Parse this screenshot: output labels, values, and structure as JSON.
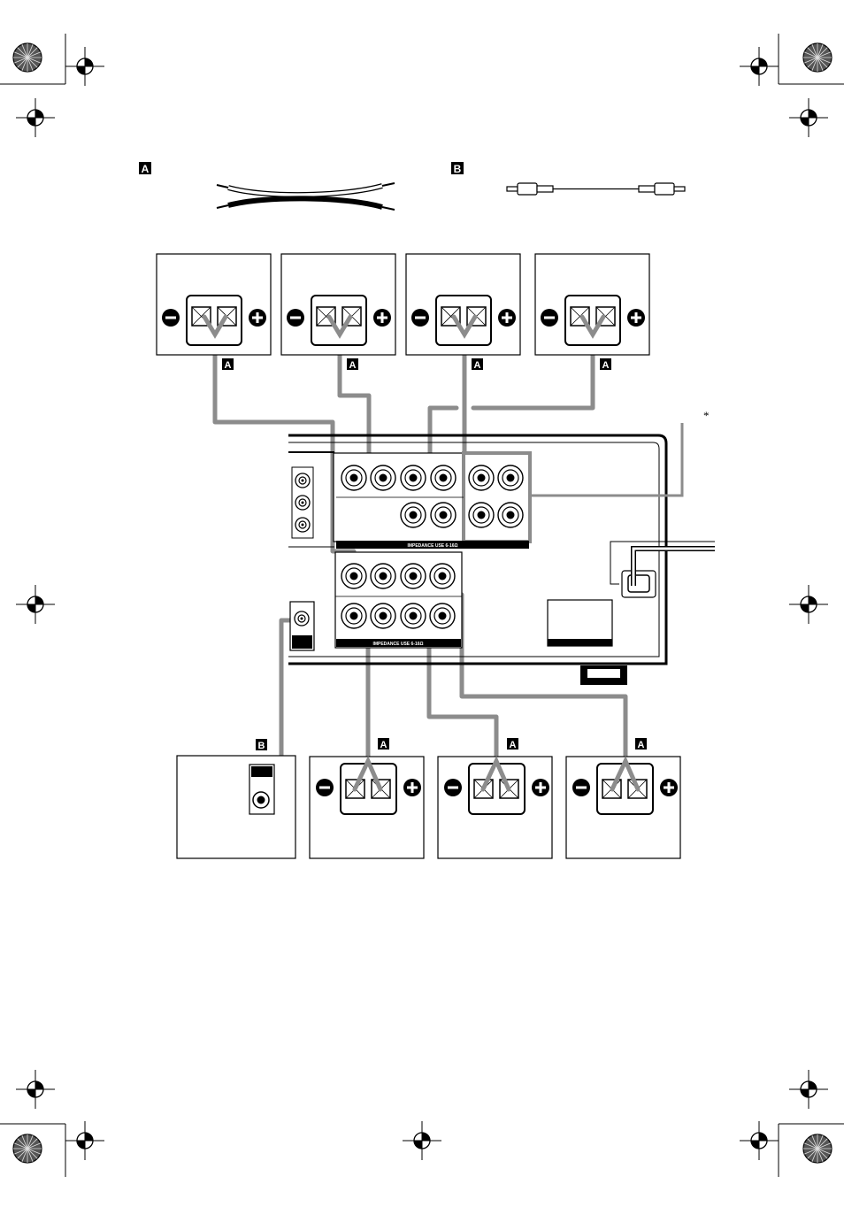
{
  "legend": {
    "a_label": "A",
    "b_label": "B"
  },
  "speaker_cable_label": "A",
  "subwoofer_cable_label": "B",
  "terminal_signs": {
    "minus": "−",
    "plus": "+"
  },
  "asterisk": "*",
  "impedance_label": "IMPEDANCE USE 6-16Ω",
  "colors": {
    "wire": "#8c8c8c",
    "outline": "#000000",
    "badge": "#000000"
  }
}
